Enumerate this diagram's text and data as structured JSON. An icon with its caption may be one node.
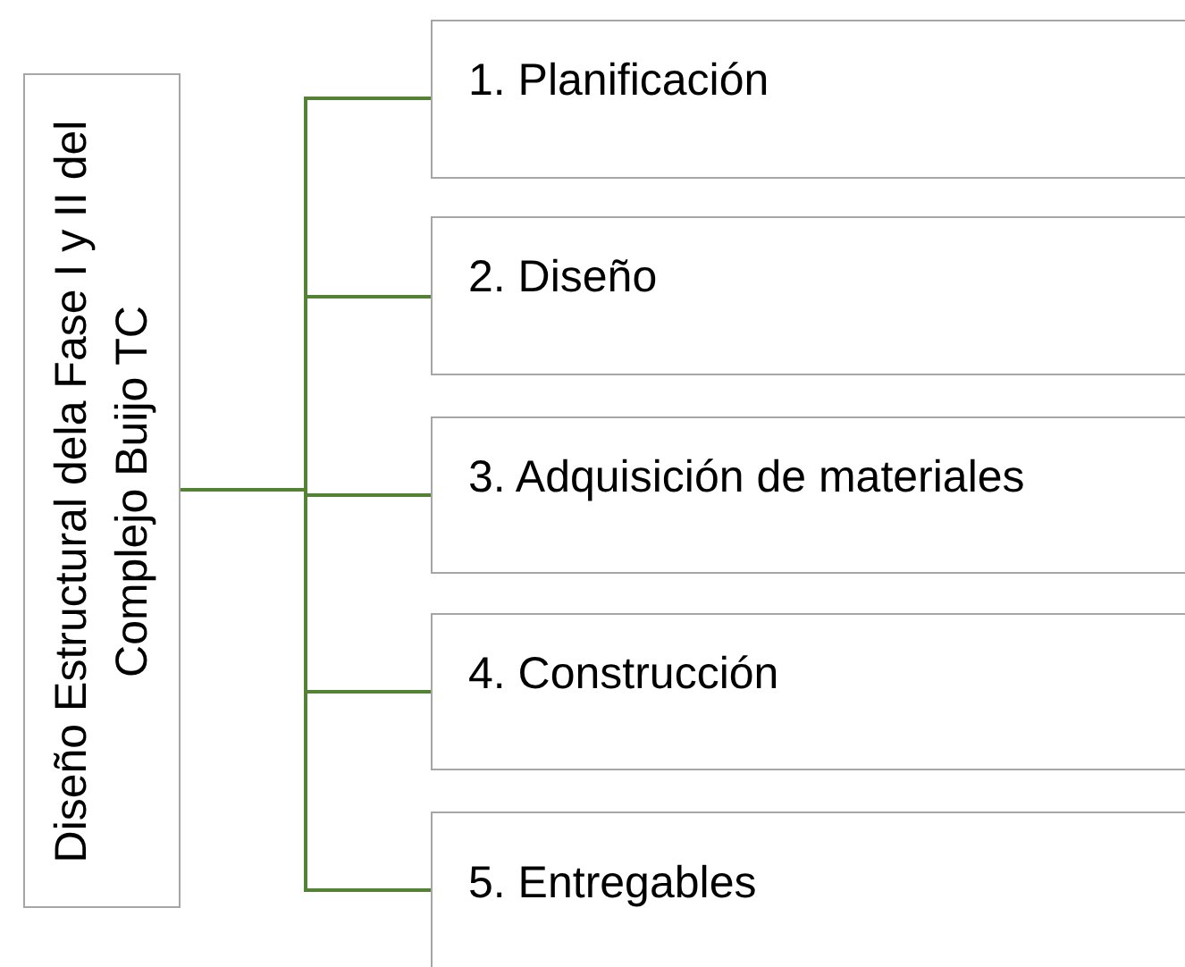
{
  "diagram": {
    "nodes": [
      {
        "text": [
          "Diseño Estructural dela Fase I y II del Complejo Buijo TC"
        ]
      },
      {
        "text": [
          "1. Planificación"
        ]
      },
      {
        "text": [
          "2. Diseño"
        ]
      },
      {
        "text": [
          "3. Adquisición de materiales"
        ]
      },
      {
        "text": [
          "4. Construcción"
        ]
      },
      {
        "text": [
          "5. Entregables"
        ]
      }
    ],
    "edges": [
      {
        "from": 0,
        "to": 1,
        "arrow": "none"
      },
      {
        "from": 0,
        "to": 2,
        "arrow": "none"
      },
      {
        "from": 0,
        "to": 3,
        "arrow": "none"
      },
      {
        "from": 0,
        "to": 4,
        "arrow": "none"
      },
      {
        "from": 0,
        "to": 5,
        "arrow": "none"
      }
    ]
  }
}
